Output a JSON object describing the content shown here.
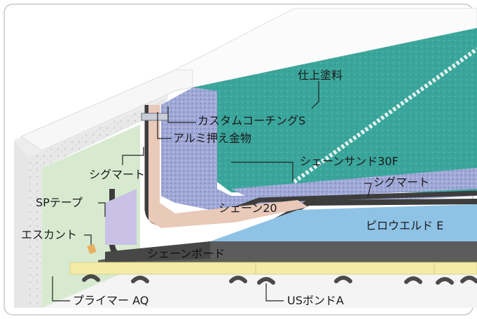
{
  "labels": {
    "finish_paint": "仕上塗料",
    "custom_coating": "カスタムコーチングS",
    "aluminum_hold": "アルミ押え金物",
    "shane_sand": "シェーンサンド30F",
    "sigmart_left": "シグマート",
    "sigmart_right": "シグマート",
    "sp_tape": "SPテープ",
    "shane20": "シェーン20",
    "pirowelld": "ピロウエルド E",
    "escant": "エスカント",
    "shane_board": "シェーンボード",
    "primer": "プライマー AQ",
    "us_bond": "USボンドA"
  },
  "colors": {
    "finish_green": "#3aa59b",
    "granite_blue": "#9fa8d6",
    "membrane_dark": "#3d3d3d",
    "pink_layer": "#e9c9b8",
    "insulation_blue": "#8fc3e6",
    "board_yellow": "#f3eba6",
    "parapet_white": "#f1f1f1",
    "wall_green": "#d7ead0"
  }
}
